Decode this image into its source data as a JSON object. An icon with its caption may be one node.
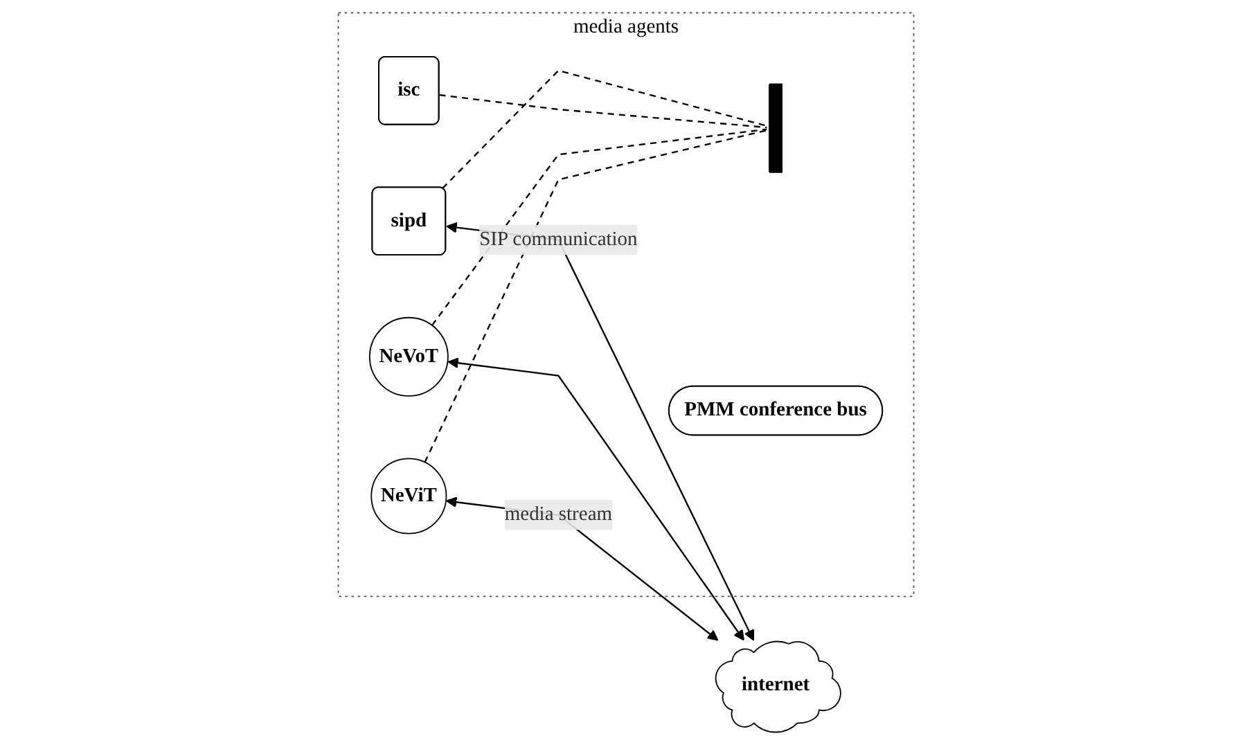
{
  "diagram": {
    "nodes": [
      {
        "text": [
          "media agents"
        ]
      },
      {
        "text": [
          "NeViT"
        ],
        "in": 0
      },
      {
        "text": [
          "NeVoT"
        ],
        "in": 0
      },
      {
        "text": [],
        "shape": "bar",
        "in": 0
      },
      {
        "text": [
          "PMM conference bus"
        ],
        "in": 0
      },
      {
        "text": [
          "isc"
        ],
        "in": 0
      },
      {
        "text": [
          "sipd"
        ],
        "in": 0
      },
      {
        "text": [
          "internet"
        ]
      }
    ],
    "edges": [
      {
        "from": 1,
        "to": 7,
        "arrow": "both",
        "label": "media stream"
      },
      {
        "from": 2,
        "to": 7,
        "arrow": "both"
      },
      {
        "from": 1,
        "to": 3,
        "arrow": "none",
        "style": "dashed"
      },
      {
        "from": 2,
        "to": 3,
        "arrow": "none",
        "style": "dashed"
      },
      {
        "from": 5,
        "to": 3,
        "arrow": "none",
        "style": "dashed"
      },
      {
        "from": 6,
        "to": 3,
        "arrow": "none",
        "style": "dashed"
      },
      {
        "from": 6,
        "to": 7,
        "arrow": "both",
        "label": "SIP communication"
      }
    ]
  }
}
